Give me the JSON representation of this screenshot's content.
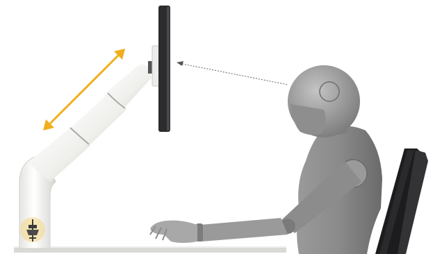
{
  "scene": {
    "kind": "ergonomic monitor-arm illustration",
    "elements": [
      "desk",
      "telescopic-monitor-arm",
      "monitor",
      "seated-mannequin",
      "office-chair"
    ],
    "colors": {
      "background": "#ffffff",
      "arm": "#f1f1ef",
      "arm_shade": "#d6d6d2",
      "monitor": "#2c2c2e",
      "mannequin": "#8a8a8a",
      "mannequin_light": "#b4b4b4",
      "chair": "#1c1c1e",
      "accent_arrow": "#f0ae1c",
      "sight_line": "#777777",
      "clamp_highlight": "#f6e2a6"
    },
    "icons": [
      "double-headed-arrow-icon",
      "clamp-icon",
      "sight-line-icon"
    ]
  }
}
